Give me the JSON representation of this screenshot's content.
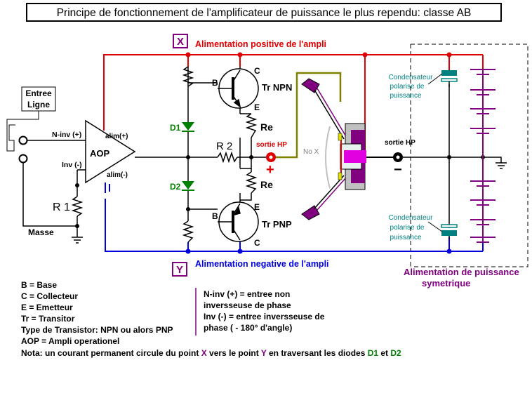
{
  "title": "Principe de fonctionnement de l'amplificateur de puissance le plus rependu: classe AB",
  "colors": {
    "positive_rail": "#e00000",
    "negative_rail": "#0000e0",
    "purple": "#800080",
    "green": "#008000",
    "teal": "#008080",
    "olive": "#808000",
    "magenta": "#e000e0"
  },
  "labels": {
    "point_x": "X",
    "point_y": "Y",
    "positive_supply": "Alimentation positive de l'ampli",
    "negative_supply": "Alimentation negative de l'ampli",
    "input_line": [
      "Entree",
      "Ligne"
    ],
    "n_inv_pin": "N-inv (+)",
    "inv_pin": "Inv (-)",
    "alim_plus": "alim(+)",
    "alim_minus": "alim(-)",
    "aop": "AOP",
    "r1": "R 1",
    "masse": "Masse",
    "r2": "R 2",
    "d1": "D1",
    "d2": "D2",
    "tr_npn": "Tr NPN",
    "tr_pnp": "Tr PNP",
    "base": "B",
    "collector": "C",
    "emitter": "E",
    "re": "Re",
    "hp_output_left": "sortie HP",
    "plus_sign": "+",
    "no_x": "No X",
    "hp_output_right": "sortie HP",
    "minus_sign": "−",
    "capacitor_label": [
      "Condensateur",
      "polarise de",
      "puissance"
    ],
    "supply_caption": [
      "Alimentation de puissance",
      "symetrique"
    ]
  },
  "legend_left": [
    "B = Base",
    "C = Collecteur",
    "E = Emetteur",
    "Tr = Transitor",
    "Type de Transistor: NPN ou alors PNP",
    "AOP = Ampli operationel"
  ],
  "legend_right": [
    "N-inv (+) = entree non",
    "inversseuse de phase",
    "Inv (-) = entree inversseuse de",
    "phase ( - 180° d'angle)"
  ],
  "nota": {
    "prefix": "Nota: un courant permanent circule du point ",
    "x": "X",
    "middle": " vers le point ",
    "y": "Y",
    "middle2": " en traversant les diodes ",
    "d1": "D1",
    "and": " et ",
    "d2": "D2"
  }
}
